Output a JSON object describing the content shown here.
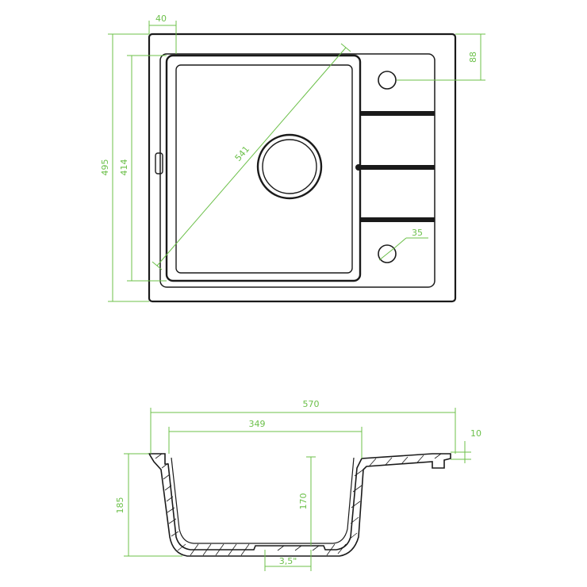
{
  "top_view": {
    "dimensions": {
      "overall_width_offset": "40",
      "overall_height": "495",
      "bowl_height": "414",
      "diagonal": "541",
      "tap_hole_offset": "88",
      "tap_hole_diameter": "35"
    }
  },
  "section_view": {
    "dimensions": {
      "overall_width": "570",
      "bowl_width": "349",
      "rim_thickness": "10",
      "overall_depth": "185",
      "bowl_depth": "170",
      "drain_size": "3,5\""
    }
  },
  "colors": {
    "dimension": "#6cc04a",
    "outline": "#1a1a1a"
  }
}
